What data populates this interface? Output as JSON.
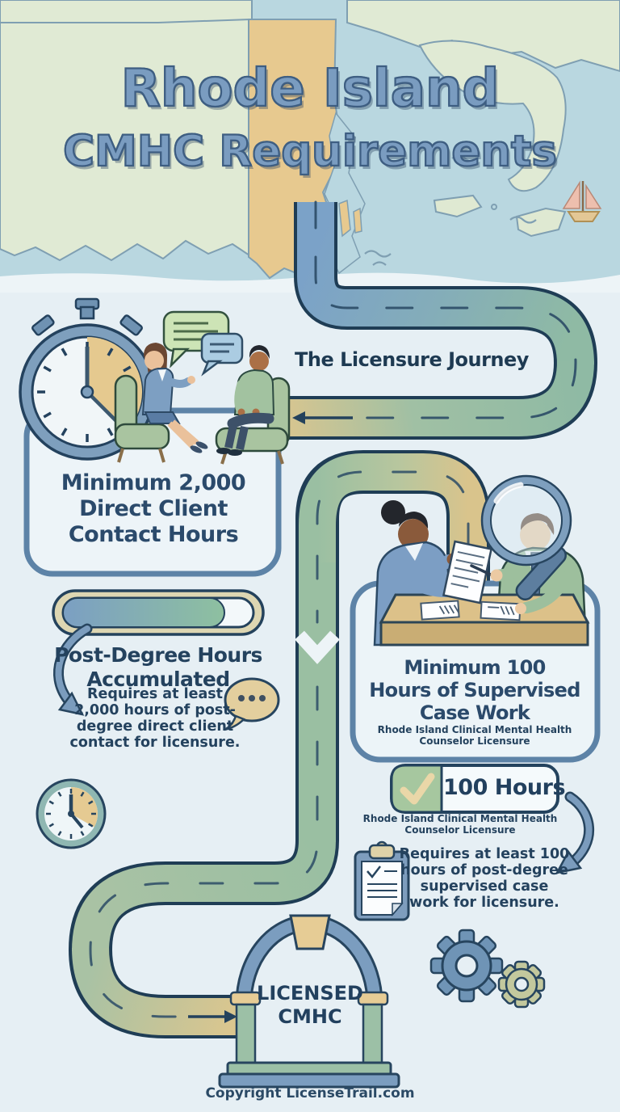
{
  "title": {
    "line1": "Rhode Island",
    "line2": "CMHC Requirements"
  },
  "journey_label": "The Licensure Journey",
  "contact_hours": {
    "heading_lines": [
      "Minimum 2,000",
      "Direct Client",
      "Contact Hours"
    ],
    "progress": {
      "label_lines": [
        "Post-Degree Hours",
        "Accumulated"
      ],
      "percent": 85
    },
    "detail_lines": [
      "Requires at least",
      "2,000 hours of post-",
      "degree direct client",
      "contact for licensure."
    ]
  },
  "supervised_casework": {
    "heading_lines": [
      "Minimum 100",
      "Hours of Supervised",
      "Case Work"
    ],
    "subheading_lines": [
      "Rhode Island Clinical Mental Health",
      "Counselor Licensure"
    ],
    "badge": {
      "label": "100 Hours",
      "sub_lines": [
        "Rhode Island Clinical Mental Health",
        "Counselor Licensure"
      ]
    },
    "detail_lines": [
      "Requires at least 100",
      "hours of post-degree",
      "supervised case",
      "work for licensure."
    ]
  },
  "gate": {
    "lines": [
      "LICENSED",
      "CMHC"
    ]
  },
  "footer": {
    "copyright": "Copyright LicenseTrail.com"
  },
  "icons": {
    "stopwatch": "stopwatch-icon",
    "chat": "chat-bubbles-icon",
    "typing": "speech-dots-icon",
    "clock": "clock-icon",
    "magnifier": "magnifying-glass-icon",
    "check": "checkmark-icon",
    "clipboard": "clipboard-icon",
    "gears": "gears-icon",
    "gate": "licensed-gate-icon",
    "sailboat": "sailboat-icon",
    "road": "licensure-road",
    "arrows": "curved-arrow-icon"
  },
  "colors": {
    "background": "#e6eff4",
    "water": "#b9d7e0",
    "land": "#e0ead4",
    "state_tan": "#e7c98f",
    "title_blue": "#7a9cc0",
    "road_blue": "#7ba2c8",
    "road_green": "#96bca2",
    "road_tan": "#dcc68e",
    "outline": "#1f3d55",
    "accent_navy": "#24425e",
    "box_border": "#5d83a7",
    "badge_green": "#a6c79f",
    "cream": "#ddd6b2",
    "gear_blue": "#6f94b6",
    "gear_olive": "#c3c89d"
  }
}
